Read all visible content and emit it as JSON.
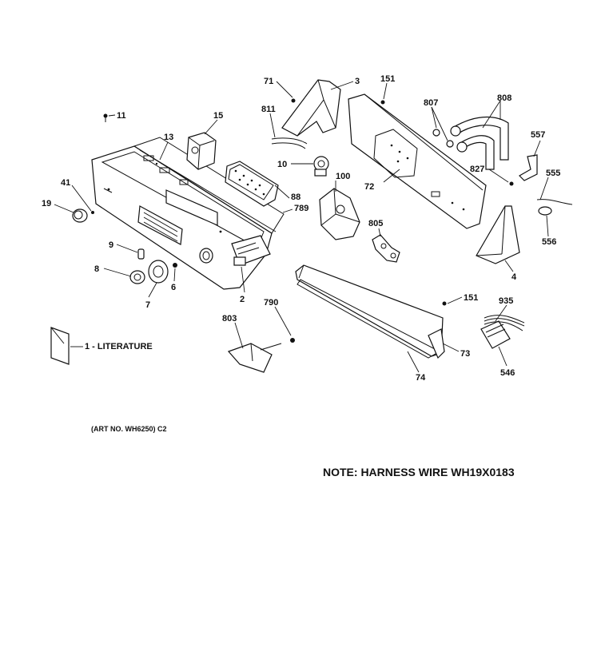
{
  "labels": {
    "p71": "71",
    "p3": "3",
    "p151a": "151",
    "p808": "808",
    "p807": "807",
    "p811": "811",
    "p11": "11",
    "p15": "15",
    "p13": "13",
    "p10": "10",
    "p100": "100",
    "p72": "72",
    "p557": "557",
    "p827": "827",
    "p555": "555",
    "p556": "556",
    "p41": "41",
    "p19": "19",
    "p88": "88",
    "p789": "789",
    "p805": "805",
    "p9": "9",
    "p8": "8",
    "p6": "6",
    "p7": "7",
    "p2": "2",
    "p4": "4",
    "p790": "790",
    "p803": "803",
    "p151b": "151",
    "p935": "935",
    "p73": "73",
    "p74": "74",
    "p546": "546",
    "p1": "1 - LITERATURE"
  },
  "art_number": "(ART NO. WH6250) C2",
  "note": "NOTE: HARNESS WIRE WH19X0183"
}
